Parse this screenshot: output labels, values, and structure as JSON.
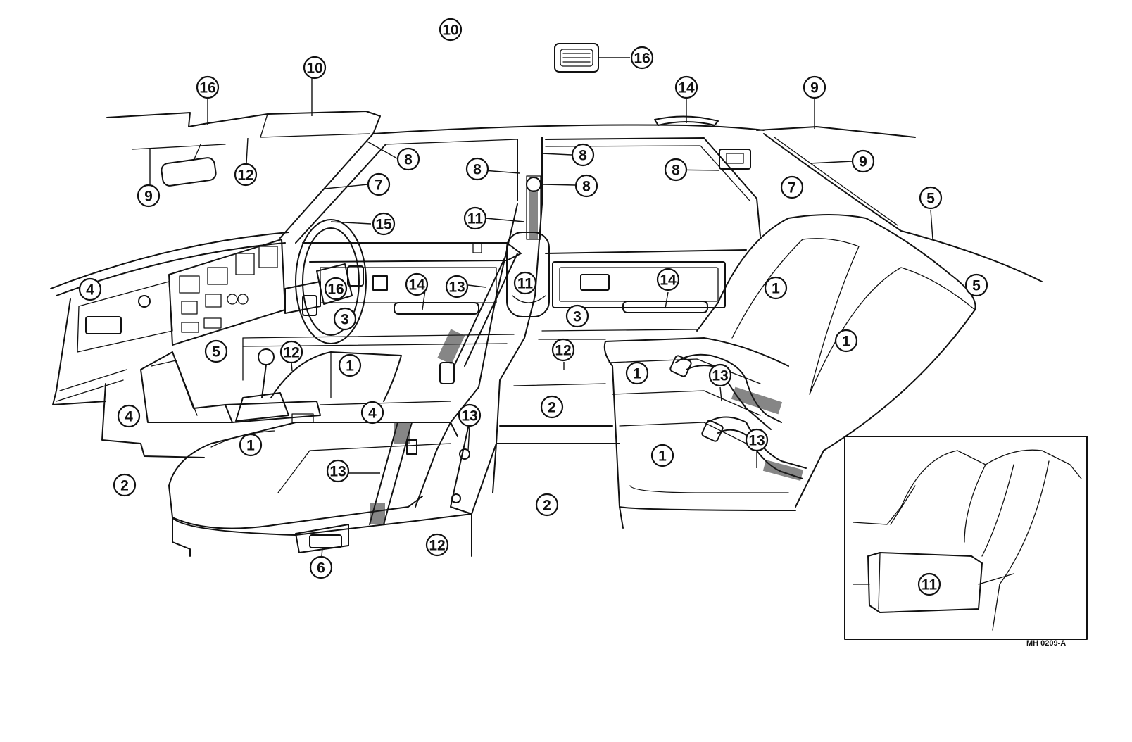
{
  "labels": {
    "l1": "1",
    "l2": "2",
    "l3": "3",
    "l4": "4",
    "l5": "5",
    "l6": "6",
    "l7": "7",
    "l8": "8",
    "l9": "9",
    "l10": "10",
    "l11": "11",
    "l12": "12",
    "l13": "13",
    "l14": "14",
    "l15": "15",
    "l16": "16"
  },
  "figure_code": "MH 0209-A"
}
